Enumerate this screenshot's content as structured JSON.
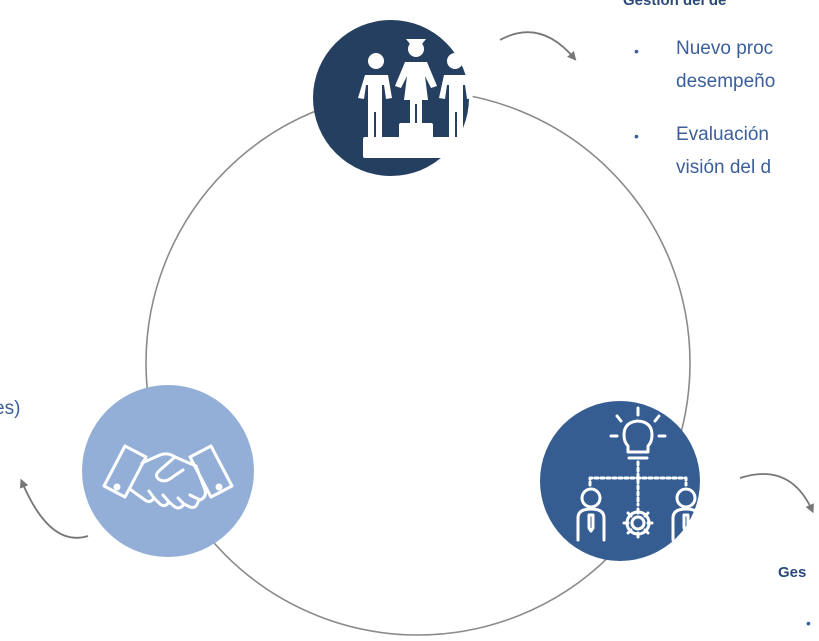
{
  "colors": {
    "navy": "#253f60",
    "mid_blue": "#365d92",
    "light_blue": "#93afd8",
    "ring": "#8a8a8a",
    "arrow": "#777777",
    "text": "#2b4a7a"
  },
  "icons": {
    "top": "podium-people-icon",
    "bottom_right": "lightbulb-network-icon",
    "bottom_left": "handshake-icon"
  },
  "top_block": {
    "heading": "Gestión del de",
    "bullets": [
      {
        "line1": "Nuevo proc",
        "line2": "desempeño"
      },
      {
        "line1": "Evaluación",
        "line2": "visión del d"
      }
    ]
  },
  "bottom_block": {
    "heading": "Ges",
    "bullet_marker": "•"
  },
  "left_block": {
    "text": "es)"
  }
}
